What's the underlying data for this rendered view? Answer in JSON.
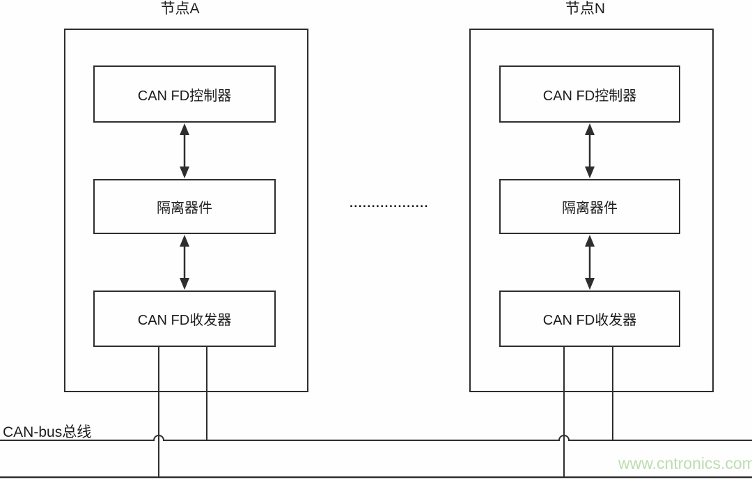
{
  "diagram": {
    "nodes": [
      {
        "title": "节点A",
        "boxes": [
          "CAN FD控制器",
          "隔离器件",
          "CAN FD收发器"
        ]
      },
      {
        "title": "节点N",
        "boxes": [
          "CAN FD控制器",
          "隔离器件",
          "CAN FD收发器"
        ]
      }
    ],
    "ellipsis": "..................",
    "bus_label": "CAN-bus总线",
    "watermark": "www.cntronics.com",
    "colors": {
      "line": "#2e2e2e",
      "text": "#1c1c1c",
      "watermark": "#bedcb0",
      "background": "#fefefe"
    }
  }
}
